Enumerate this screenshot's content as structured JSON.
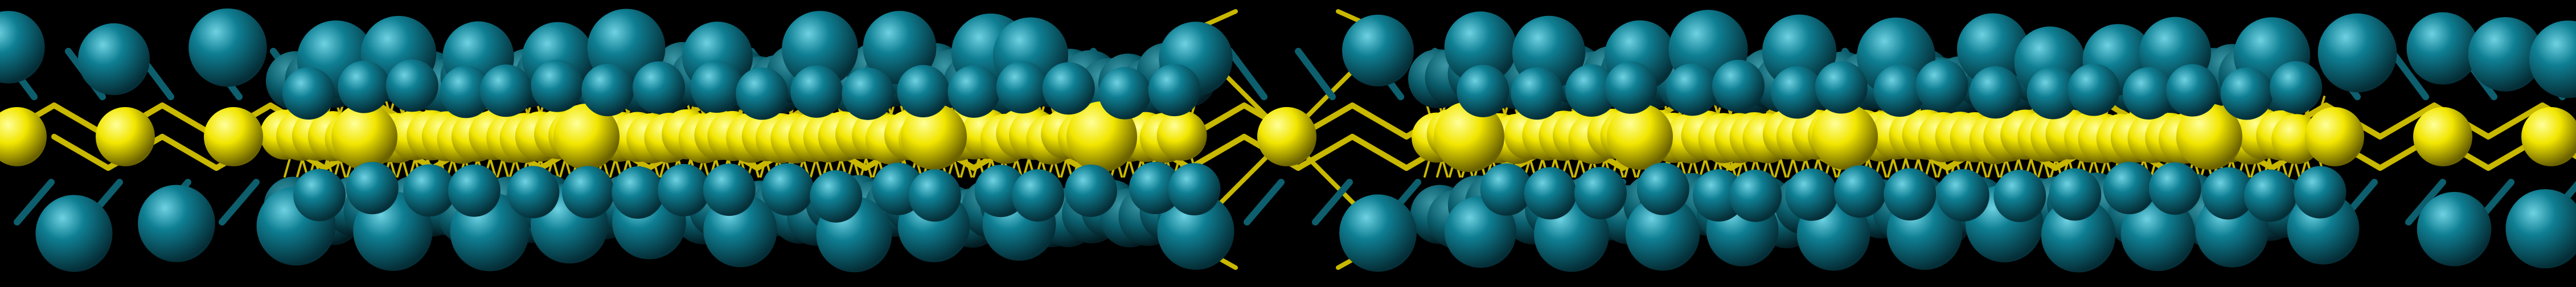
{
  "scene": {
    "subject": "atomic-chain-structure",
    "background_color": "#000000",
    "atom_types": [
      {
        "name": "central-atom",
        "color": "#f2e600",
        "highlight": "#ffff9a",
        "shade": "#6b6200"
      },
      {
        "name": "outer-atom",
        "color": "#0f7f93",
        "highlight": "#6fd2e2",
        "shade": "#052f38"
      }
    ],
    "bond_color": "#c9b800",
    "outer_bond_color": "#0d5f6e"
  }
}
